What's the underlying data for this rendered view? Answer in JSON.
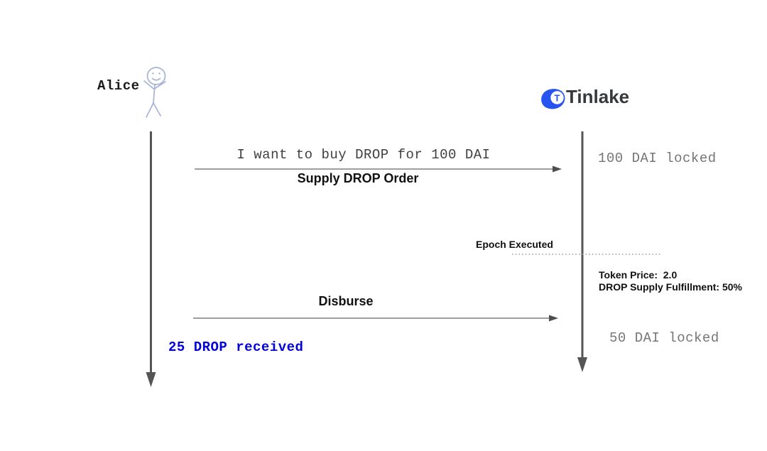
{
  "diagram": {
    "actors": {
      "alice": {
        "label": "Alice"
      },
      "tinlake": {
        "label": "Tinlake",
        "logo_letter": "T"
      }
    },
    "messages": {
      "supply_request": "I want to buy DROP for 100 DAI",
      "supply_order_label": "Supply DROP Order",
      "disburse_label": "Disburse"
    },
    "events": {
      "epoch_executed": "Epoch Executed",
      "token_price": "Token Price:  2.0",
      "fulfillment": "DROP Supply Fulfillment: 50%"
    },
    "states": {
      "dai_locked_before": "100 DAI locked",
      "dai_locked_after": "50 DAI locked",
      "drop_received": "25 DROP received"
    },
    "colors": {
      "brand_blue": "#2753f0",
      "received_blue": "#0202dd",
      "muted_gray": "#757575",
      "lifeline_gray": "#555555",
      "figure_blue": "#a6b3d6"
    }
  }
}
